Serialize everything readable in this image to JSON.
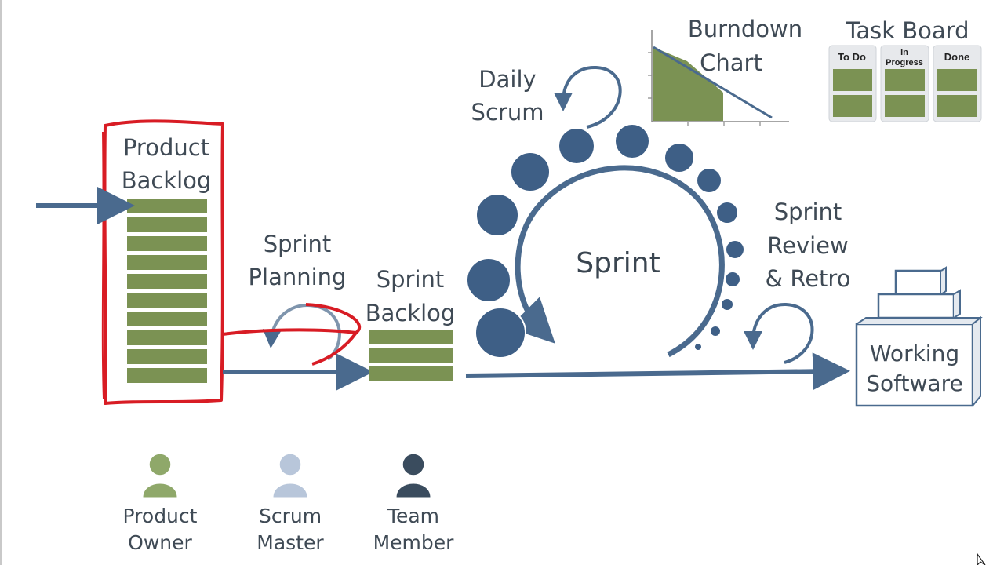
{
  "colors": {
    "backlog_item": "#7b9253",
    "backlog_border": "#d81c24",
    "arrow": "#4a6a8e",
    "sprint_ball": "#3e5f86",
    "text": "#3f4a55",
    "chart_fill": "#7b9253"
  },
  "labels": {
    "product_backlog_line1": "Product",
    "product_backlog_line2": "Backlog",
    "sprint_planning_line1": "Sprint",
    "sprint_planning_line2": "Planning",
    "sprint_backlog_line1": "Sprint",
    "sprint_backlog_line2": "Backlog",
    "daily_scrum_line1": "Daily",
    "daily_scrum_line2": "Scrum",
    "sprint": "Sprint",
    "burndown_line1": "Burndown",
    "burndown_line2": "Chart",
    "task_board": "Task Board",
    "review_line1": "Sprint",
    "review_line2": "Review",
    "review_line3": "& Retro",
    "working_line1": "Working",
    "working_line2": "Software"
  },
  "task_board": {
    "columns": [
      {
        "label": "To Do"
      },
      {
        "label_line1": "In",
        "label_line2": "Progress"
      },
      {
        "label": "Done"
      }
    ]
  },
  "roles": [
    {
      "line1": "Product",
      "line2": "Owner",
      "color": "#8fa86a"
    },
    {
      "line1": "Scrum",
      "line2": "Master",
      "color": "#b8c6da"
    },
    {
      "line1": "Team",
      "line2": "Member",
      "color": "#3a4c5e"
    }
  ],
  "icons": {
    "role": "person-icon",
    "cycle": "circular-arrow-icon",
    "product": "software-box-icon",
    "cursor": "mouse-pointer-icon"
  }
}
